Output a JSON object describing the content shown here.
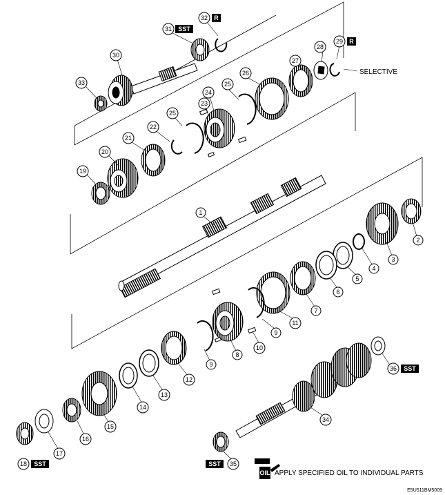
{
  "callouts": {
    "c1": "1",
    "c2": "2",
    "c3": "3",
    "c4": "4",
    "c5": "5",
    "c6": "6",
    "c7": "7",
    "c8": "8",
    "c9a": "9",
    "c9b": "9",
    "c10": "10",
    "c11": "11",
    "c12": "12",
    "c13": "13",
    "c14": "14",
    "c15": "15",
    "c16": "16",
    "c17": "17",
    "c18": "18",
    "c19": "19",
    "c20": "20",
    "c21": "21",
    "c22": "22",
    "c23": "23",
    "c24": "24",
    "c25a": "25",
    "c25b": "25",
    "c26": "26",
    "c27": "27",
    "c28": "28",
    "c29": "29",
    "c30": "30",
    "c31": "31",
    "c32": "32",
    "c33": "33",
    "c34": "34",
    "c35": "35",
    "c36": "36"
  },
  "tags": {
    "sst": "SST",
    "r": "R"
  },
  "labels": {
    "selective": "SELECTIVE",
    "oil_note": "APPLY SPECIFIED OIL TO INDIVIDUAL PARTS",
    "oil": "OIL",
    "figure_code": "E5U511BM5009"
  }
}
